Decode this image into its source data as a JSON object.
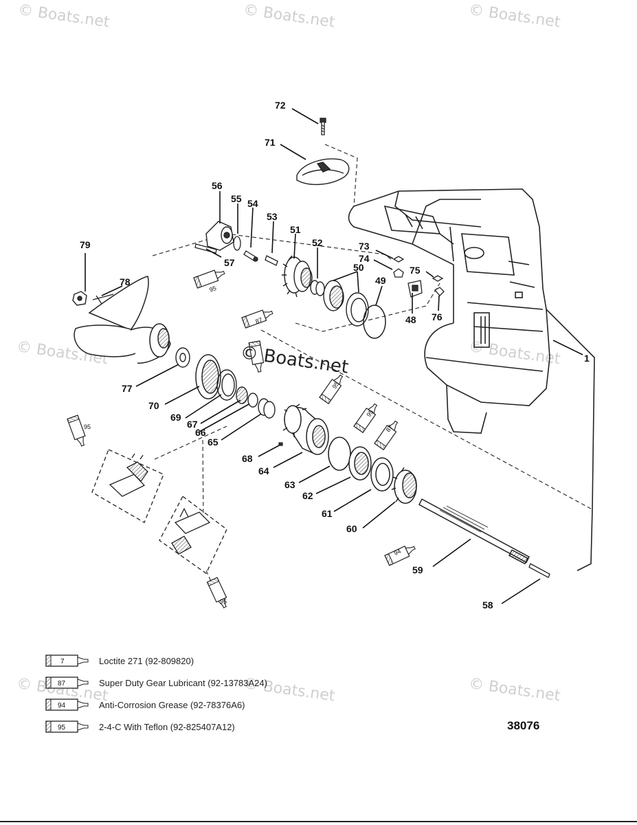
{
  "watermark": {
    "text": "© Boats.net",
    "center_text": "© Boats.net"
  },
  "callouts": [
    "72",
    "71",
    "56",
    "55",
    "54",
    "53",
    "51",
    "52",
    "79",
    "57",
    "78",
    "73",
    "74",
    "75",
    "50",
    "49",
    "48",
    "76",
    "1",
    "95",
    "87",
    "77",
    "70",
    "69",
    "67",
    "66",
    "65",
    "68",
    "64",
    "63",
    "62",
    "61",
    "60",
    "59",
    "58"
  ],
  "tube_labels": [
    "95",
    "87",
    "95",
    "95",
    "87",
    "95",
    "94",
    "95"
  ],
  "legend": [
    {
      "number": "7",
      "text": "Loctite 271 (92-809820)"
    },
    {
      "number": "87",
      "text": "Super Duty Gear Lubricant (92-13783A24)"
    },
    {
      "number": "94",
      "text": "Anti-Corrosion Grease (92-78376A6)"
    },
    {
      "number": "95",
      "text": "2-4-C With Teflon (92-825407A12)"
    }
  ],
  "figure_number": "38076"
}
